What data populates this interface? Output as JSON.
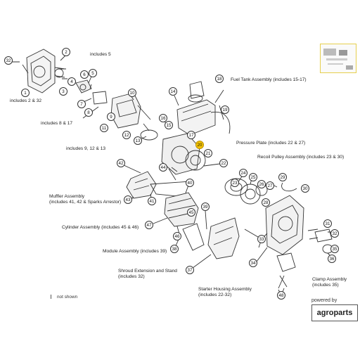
{
  "labels": {
    "includes_5": "includes 5",
    "includes_2_32": "includes 2 & 32",
    "includes_8_17": "includes 8 & 17",
    "includes_9_12_13": "includes 9, 12 & 13",
    "fuel_tank": "Fuel Tank Assembly (includes 15-17)",
    "pressure_plate": "Pressure Plate (includes 22 & 27)",
    "recoil_pulley": "Recoil Pulley Assembly (includes 23 & 30)",
    "muffler": "Muffler Assembly\n(includes 41, 42 & Sparks Arrestor)",
    "cylinder": "Cylinder Assembly (includes 45 & 46)",
    "module": "Module Assembly (includes 39)",
    "shroud": "Shroud Extension and Stand\n(includes 32)",
    "starter_housing": "Starter Housing Assembly\n(includes 22-32)",
    "clamp": "Clamp Assembly\n(includes 35)",
    "not_shown": "not shown"
  },
  "callouts": [
    "32",
    "1",
    "2",
    "3",
    "4",
    "5",
    "6",
    "7",
    "8",
    "9",
    "10",
    "11",
    "12",
    "13",
    "14",
    "15",
    "16",
    "17",
    "18",
    "19",
    "20",
    "21",
    "22",
    "23",
    "24",
    "25",
    "26",
    "27",
    "28",
    "29",
    "30",
    "31",
    "32",
    "33",
    "34",
    "35",
    "36",
    "37",
    "38",
    "39",
    "40",
    "41",
    "42",
    "43",
    "44",
    "45",
    "46",
    "47",
    "48"
  ],
  "highlight_callout": "20",
  "brand": {
    "powered_by": "powered by",
    "logo_text": "agroparts"
  },
  "colors": {
    "highlight": "#f7c600",
    "line": "#333333"
  }
}
